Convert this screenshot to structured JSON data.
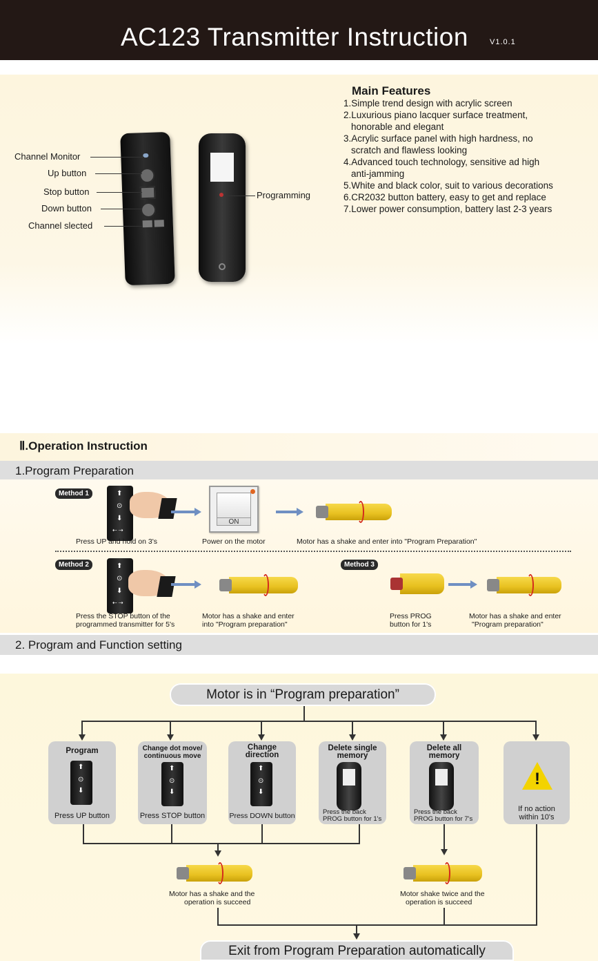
{
  "header": {
    "title": "AC123 Transmitter Instruction",
    "version": "V1.0.1"
  },
  "callouts": {
    "channel_monitor": "Channel Monitor",
    "up_button": "Up button",
    "stop_button": "Stop button",
    "down_button": "Down button",
    "channel_selected": "Channel slected",
    "programming": "Programming"
  },
  "features": {
    "title": "Main Features",
    "items": [
      "1.Simple trend design with acrylic screen",
      "2.Luxurious piano lacquer surface treatment,",
      "honorable and elegant",
      "3.Acrylic surface panel with high hardness, no",
      "scratch and flawless looking",
      "4.Advanced touch technology, sensitive ad high",
      "anti-jamming",
      "5.White and black color, suit to various decorations",
      "6.CR2032 button battery, easy to get and replace",
      "7.Lower power consumption, battery last 2-3 years"
    ]
  },
  "operation": {
    "title": "Ⅱ.Operation Instruction",
    "step1": "1.Program Preparation",
    "step2": "2. Program and Function setting"
  },
  "methods": {
    "m1_badge": "Method 1",
    "m1_cap1": "Press UP and hold on 3's",
    "m1_cap2": "Power on the motor",
    "m1_cap3": "Motor has a shake and enter into  \"Program Preparation\"",
    "switch_label": "ON",
    "m2_badge": "Method 2",
    "m2_cap1a": "Press the STOP button of the",
    "m2_cap1b": "programmed transmitter for 5's",
    "m2_cap2a": "Motor has a shake and enter",
    "m2_cap2b": "into \"Program preparation\"",
    "m3_badge": "Method 3",
    "m3_cap1a": "Press PROG",
    "m3_cap1b": "button for 1's",
    "m3_cap2a": "Motor has a shake and enter",
    "m3_cap2b": "\"Program preparation\""
  },
  "flow": {
    "start": "Motor is in  “Program preparation”",
    "boxes": [
      {
        "title": "Program",
        "bottom": "Press UP button"
      },
      {
        "title_a": "Change dot move/",
        "title_b": "continuous move",
        "bottom": "Press STOP button"
      },
      {
        "title_a": "Change",
        "title_b": "direction",
        "bottom": "Press DOWN button"
      },
      {
        "title_a": "Delete single",
        "title_b": "memory",
        "bottom_a": "Press the back",
        "bottom_b": "PROG button for 1's"
      },
      {
        "title_a": "Delete all",
        "title_b": "memory",
        "bottom_a": "Press the back",
        "bottom_b": "PROG button for 7's"
      },
      {
        "bottom_a": "If no action",
        "bottom_b": "within 10's"
      }
    ],
    "result1_a": "Motor has a shake and the",
    "result1_b": "operation is succeed",
    "result2_a": "Motor shake twice and the",
    "result2_b": "operation is succeed",
    "end": "Exit from Program Preparation automatically"
  },
  "colors": {
    "header_bg": "#231815",
    "accent_arrow": "#6f8fc2",
    "motor_yellow": "#f2d33a",
    "warning_yellow": "#f3d300"
  }
}
